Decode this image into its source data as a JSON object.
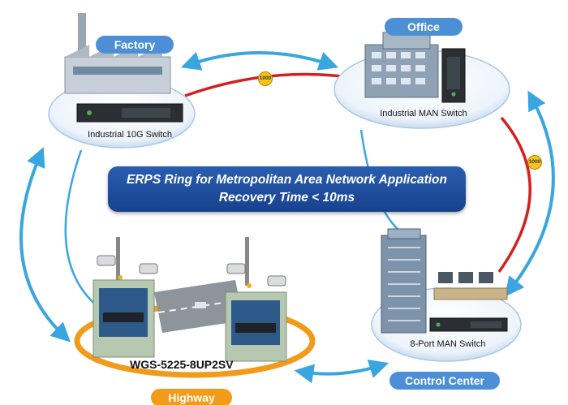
{
  "sites": {
    "factory": {
      "name": "Factory",
      "device": "Industrial 10G Switch"
    },
    "office": {
      "name": "Office",
      "device": "Industrial MAN Switch"
    },
    "control_center": {
      "name": "Control Center",
      "device": "8-Port MAN Switch"
    },
    "highway": {
      "name": "Highway",
      "device": "WGS-5225-8UP2SV"
    }
  },
  "banner": {
    "line1": "ERPS Ring for Metropolitan Area Network Application",
    "line2": "Recovery Time < 10ms"
  },
  "links": {
    "fiber_top": "1000",
    "fiber_right": "1000"
  },
  "colors": {
    "fiber": "#d42020",
    "flow_arrow": "#39a6e0",
    "banner": "#1f4f9f",
    "highway_ring": "#f29a1a"
  }
}
